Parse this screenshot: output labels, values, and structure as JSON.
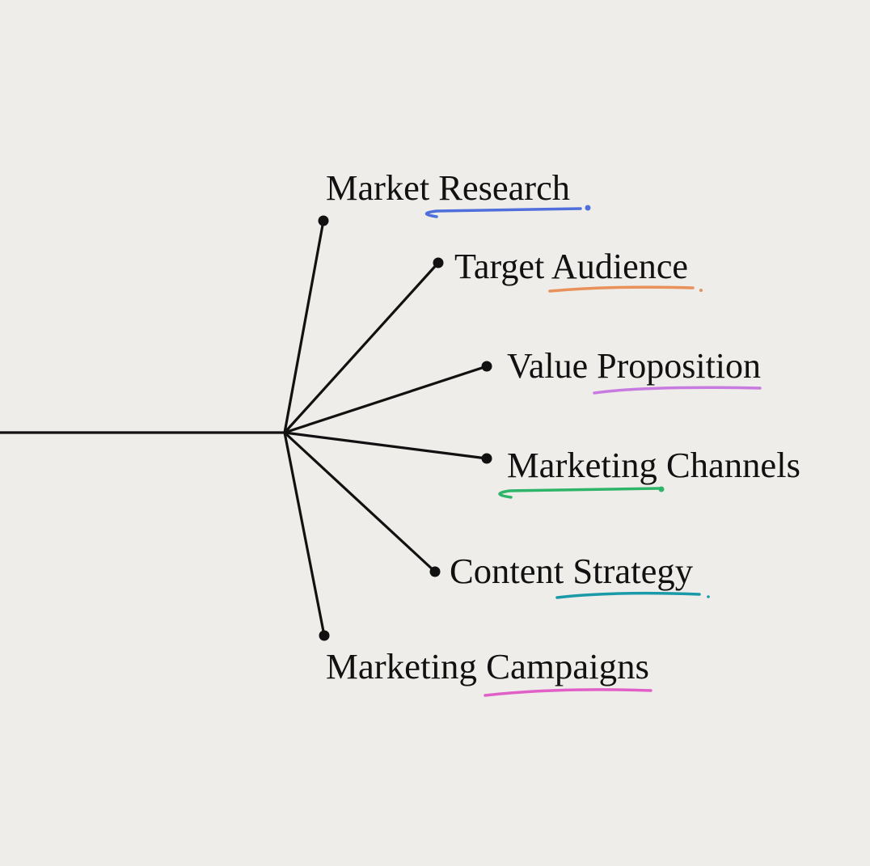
{
  "diagram": {
    "type": "mind-map-branch",
    "branches": [
      {
        "label": "Market Research",
        "underline_color": "#4f6fdc"
      },
      {
        "label": "Target Audience",
        "underline_color": "#e8915a"
      },
      {
        "label": "Value Proposition",
        "underline_color": "#c77be0"
      },
      {
        "label": "Marketing Channels",
        "underline_color": "#2fb56a"
      },
      {
        "label": "Content Strategy",
        "underline_color": "#1a9aa8"
      },
      {
        "label": "Marketing Campaigns",
        "underline_color": "#e060c8"
      }
    ]
  }
}
